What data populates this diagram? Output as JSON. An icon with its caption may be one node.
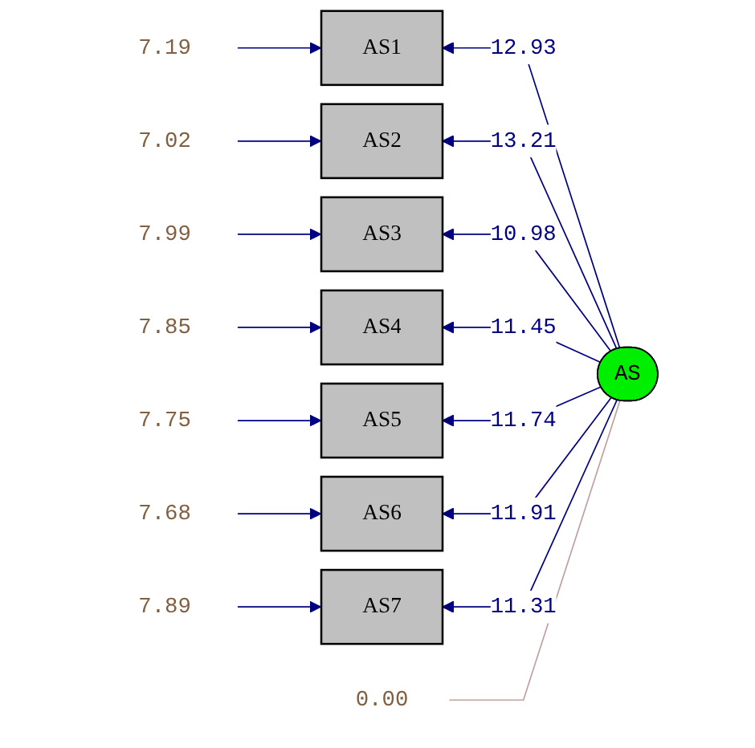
{
  "diagram": {
    "nodes": [
      {
        "text": [
          "AS1"
        ]
      },
      {
        "text": [
          "AS2"
        ]
      },
      {
        "text": [
          "AS3"
        ]
      },
      {
        "text": [
          "AS4"
        ]
      },
      {
        "text": [
          "AS5"
        ]
      },
      {
        "text": [
          "AS6"
        ]
      },
      {
        "text": [
          "AS7"
        ]
      },
      {
        "text": [
          "AS"
        ]
      },
      {
        "text": [
          "7.19"
        ]
      },
      {
        "text": [
          "7.02"
        ]
      },
      {
        "text": [
          "7.99"
        ]
      },
      {
        "text": [
          "7.85"
        ]
      },
      {
        "text": [
          "7.75"
        ]
      },
      {
        "text": [
          "7.68"
        ]
      },
      {
        "text": [
          "7.89"
        ]
      },
      {
        "text": [
          "0.00"
        ]
      }
    ],
    "edges": [
      {
        "from": 7,
        "to": 0,
        "arrow": "to",
        "label": "12.93"
      },
      {
        "from": 7,
        "to": 1,
        "arrow": "to",
        "label": "13.21"
      },
      {
        "from": 7,
        "to": 2,
        "arrow": "to",
        "label": "10.98"
      },
      {
        "from": 7,
        "to": 3,
        "arrow": "to",
        "label": "11.45"
      },
      {
        "from": 7,
        "to": 4,
        "arrow": "to",
        "label": "11.74"
      },
      {
        "from": 7,
        "to": 5,
        "arrow": "to",
        "label": "11.91"
      },
      {
        "from": 7,
        "to": 6,
        "arrow": "to",
        "label": "11.31"
      },
      {
        "from": 8,
        "to": 0,
        "arrow": "to"
      },
      {
        "from": 9,
        "to": 1,
        "arrow": "to"
      },
      {
        "from": 10,
        "to": 2,
        "arrow": "to"
      },
      {
        "from": 11,
        "to": 3,
        "arrow": "to"
      },
      {
        "from": 12,
        "to": 4,
        "arrow": "to"
      },
      {
        "from": 13,
        "to": 5,
        "arrow": "to"
      },
      {
        "from": 14,
        "to": 6,
        "arrow": "to"
      },
      {
        "from": 7,
        "to": 15,
        "arrow": "none",
        "color": "#c0a0a0"
      }
    ]
  }
}
